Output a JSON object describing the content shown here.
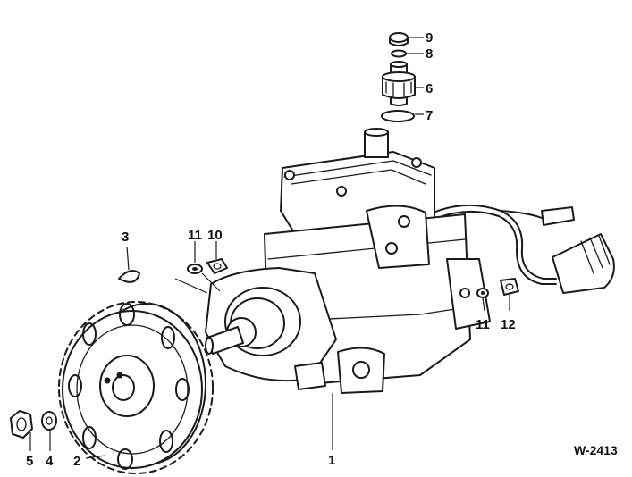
{
  "figure": {
    "reference": "W-2413",
    "callouts": {
      "c1": "1",
      "c2": "2",
      "c3": "3",
      "c4": "4",
      "c5": "5",
      "c6": "6",
      "c7": "7",
      "c8": "8",
      "c9": "9",
      "c10": "10",
      "c11a": "11",
      "c11b": "11",
      "c12": "12"
    }
  }
}
